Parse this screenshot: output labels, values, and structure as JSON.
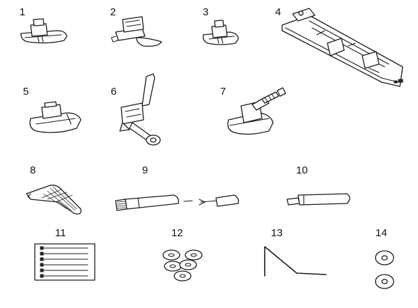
{
  "items": [
    {
      "label": "1",
      "icon": "presser-foot-icon"
    },
    {
      "label": "2",
      "icon": "zipper-foot-icon"
    },
    {
      "label": "3",
      "icon": "satin-stitch-foot-icon"
    },
    {
      "label": "4",
      "icon": "buttonhole-foot-icon"
    },
    {
      "label": "5",
      "icon": "blind-hem-foot-icon"
    },
    {
      "label": "6",
      "icon": "darning-foot-icon"
    },
    {
      "label": "7",
      "icon": "hemmer-foot-icon"
    },
    {
      "label": "8",
      "icon": "seam-guide-icon"
    },
    {
      "label": "9",
      "icon": "seam-ripper-brush-icon"
    },
    {
      "label": "10",
      "icon": "screwdriver-icon"
    },
    {
      "label": "11",
      "icon": "needle-pack-icon"
    },
    {
      "label": "12",
      "icon": "bobbins-icon"
    },
    {
      "label": "13",
      "icon": "spool-pin-icon"
    },
    {
      "label": "14",
      "icon": "spool-felt-icon"
    }
  ]
}
